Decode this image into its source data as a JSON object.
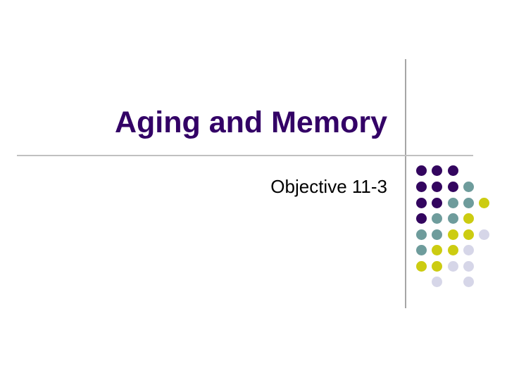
{
  "slide": {
    "title": "Aging and Memory",
    "subtitle": "Objective 11-3"
  },
  "colors": {
    "title": "#330066",
    "purple": "#33055f",
    "teal": "#6e9c9c",
    "yellow": "#cccc11",
    "lavender": "#d6d6e8",
    "rule": "#b0b0b0"
  },
  "dot_grid": {
    "columns_x": [
      598,
      620,
      643,
      665,
      687
    ],
    "rows_y": [
      242,
      265,
      288,
      310,
      333,
      355,
      378,
      400
    ],
    "pattern": [
      [
        "P",
        "P",
        "P",
        "",
        ""
      ],
      [
        "P",
        "P",
        "P",
        "T",
        ""
      ],
      [
        "P",
        "P",
        "T",
        "T",
        "Y"
      ],
      [
        "P",
        "T",
        "T",
        "Y",
        ""
      ],
      [
        "T",
        "T",
        "Y",
        "Y",
        "L"
      ],
      [
        "T",
        "Y",
        "Y",
        "L",
        ""
      ],
      [
        "Y",
        "Y",
        "L",
        "L",
        ""
      ],
      [
        "",
        "L",
        "",
        "L",
        ""
      ]
    ]
  }
}
